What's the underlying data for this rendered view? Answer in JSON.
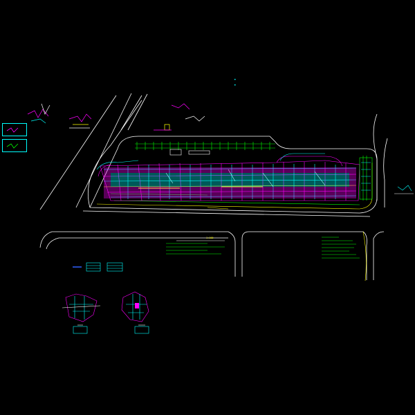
{
  "drawing": {
    "legend": [
      {
        "id": "legend-1",
        "label": ""
      },
      {
        "id": "legend-2",
        "label": ""
      }
    ],
    "title_block": {
      "scale_tag": "1:100",
      "notes_left": "",
      "notes_right": ""
    },
    "colors": {
      "background": "#000000",
      "cyan": "#00ffff",
      "magenta": "#ff00ff",
      "green": "#00ff00",
      "yellow": "#ffff00",
      "white": "#ffffff",
      "red": "#ff3030",
      "blue": "#3060ff"
    }
  }
}
